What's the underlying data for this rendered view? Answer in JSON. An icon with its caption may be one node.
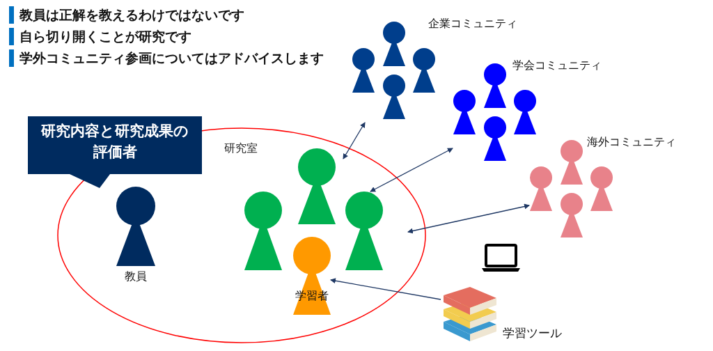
{
  "diagram": {
    "nodes": [
      {
        "text": [
          "研究室"
        ]
      },
      {
        "text": [
          "研究内容と研究成果の評価者"
        ]
      },
      {
        "text": [
          "教員"
        ],
        "in": 0
      },
      {
        "text": [],
        "shape": "person",
        "in": 0
      },
      {
        "text": [],
        "shape": "person",
        "in": 0
      },
      {
        "text": [],
        "shape": "person",
        "in": 0
      },
      {
        "text": [
          "学習者"
        ],
        "in": 0
      },
      {
        "text": [
          "企業コミュニティ"
        ]
      },
      {
        "text": [
          "学会コミュニティ"
        ]
      },
      {
        "text": [
          "海外コミュニティ"
        ]
      },
      {
        "text": [
          "学習ツール"
        ]
      }
    ],
    "edges": [
      {
        "from": 7,
        "to": 0,
        "arrow": "both"
      },
      {
        "from": 8,
        "to": 5,
        "arrow": "both"
      },
      {
        "from": 9,
        "to": 0,
        "arrow": "both"
      },
      {
        "from": 10,
        "to": 6,
        "arrow": "to"
      }
    ],
    "labels": [
      "教員は正解を教えるわけではないです",
      "自ら切り開くことが研究です",
      "学外コミュニティ参画についてはアドバイスします"
    ]
  }
}
